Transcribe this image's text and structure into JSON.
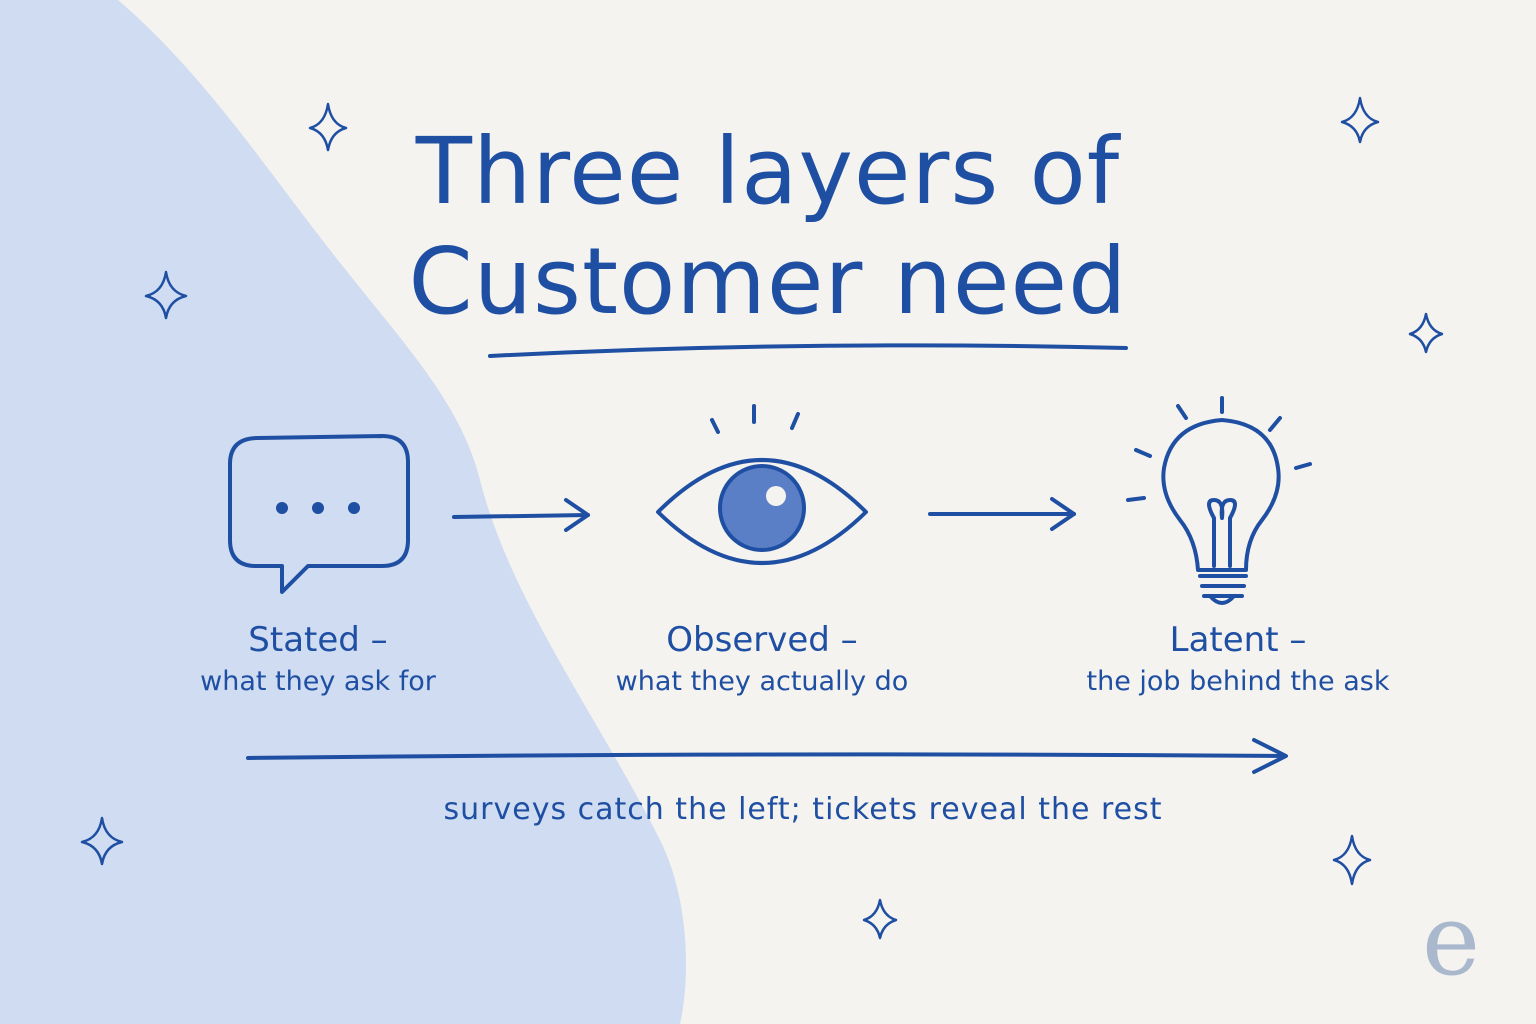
{
  "title": {
    "line1": "Three layers of",
    "line2": "Customer need"
  },
  "layers": [
    {
      "name": "Stated –",
      "description": "what they ask for",
      "icon": "speech-bubble-icon"
    },
    {
      "name": "Observed –",
      "description": "what they actually do",
      "icon": "eye-icon"
    },
    {
      "name": "Latent –",
      "description": "the job behind the ask",
      "icon": "lightbulb-icon"
    }
  ],
  "caption": "surveys catch the left; tickets reveal the rest",
  "logo": "e",
  "colors": {
    "ink": "#1f4fa3",
    "background": "#f5f3ef",
    "blob": "#cfdcf1",
    "logo": "#a9b8cc"
  }
}
